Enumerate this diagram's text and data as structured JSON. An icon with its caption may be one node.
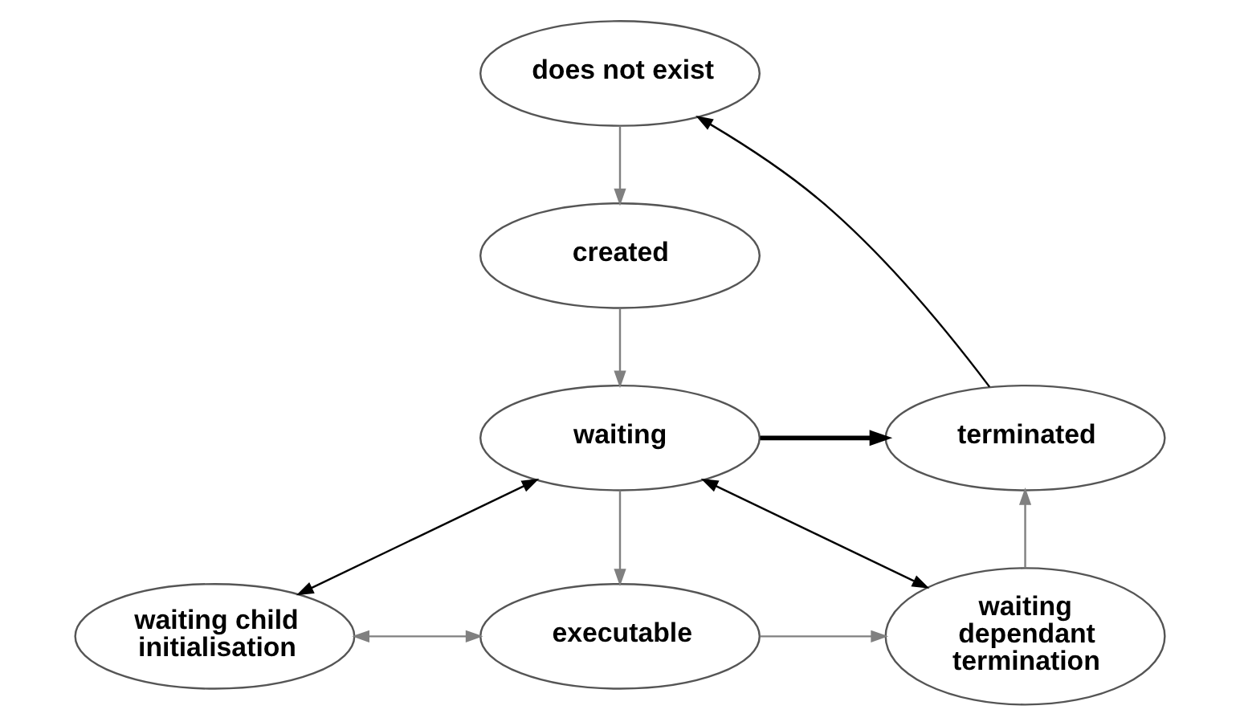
{
  "diagram": {
    "nodes": [
      {
        "text": [
          "does not exist"
        ]
      },
      {
        "text": [
          "created"
        ]
      },
      {
        "text": [
          "waiting"
        ]
      },
      {
        "text": [
          "terminated"
        ]
      },
      {
        "text": [
          "waiting child initialisation"
        ]
      },
      {
        "text": [
          "executable"
        ]
      },
      {
        "text": [
          "waiting dependant termination"
        ]
      }
    ],
    "edges": [
      {
        "from": 0,
        "to": 1,
        "arrow": "to"
      },
      {
        "from": 1,
        "to": 2,
        "arrow": "to"
      },
      {
        "from": 2,
        "to": 3,
        "arrow": "to",
        "style": "thick",
        "color": "#000000"
      },
      {
        "from": 3,
        "to": 0,
        "arrow": "to",
        "color": "#000000"
      },
      {
        "from": 2,
        "to": 4,
        "arrow": "both",
        "color": "#000000"
      },
      {
        "from": 2,
        "to": 5,
        "arrow": "to"
      },
      {
        "from": 4,
        "to": 5,
        "arrow": "both"
      },
      {
        "from": 5,
        "to": 6,
        "arrow": "to"
      },
      {
        "from": 2,
        "to": 6,
        "arrow": "both",
        "color": "#000000"
      },
      {
        "from": 6,
        "to": 3,
        "arrow": "to"
      }
    ]
  }
}
